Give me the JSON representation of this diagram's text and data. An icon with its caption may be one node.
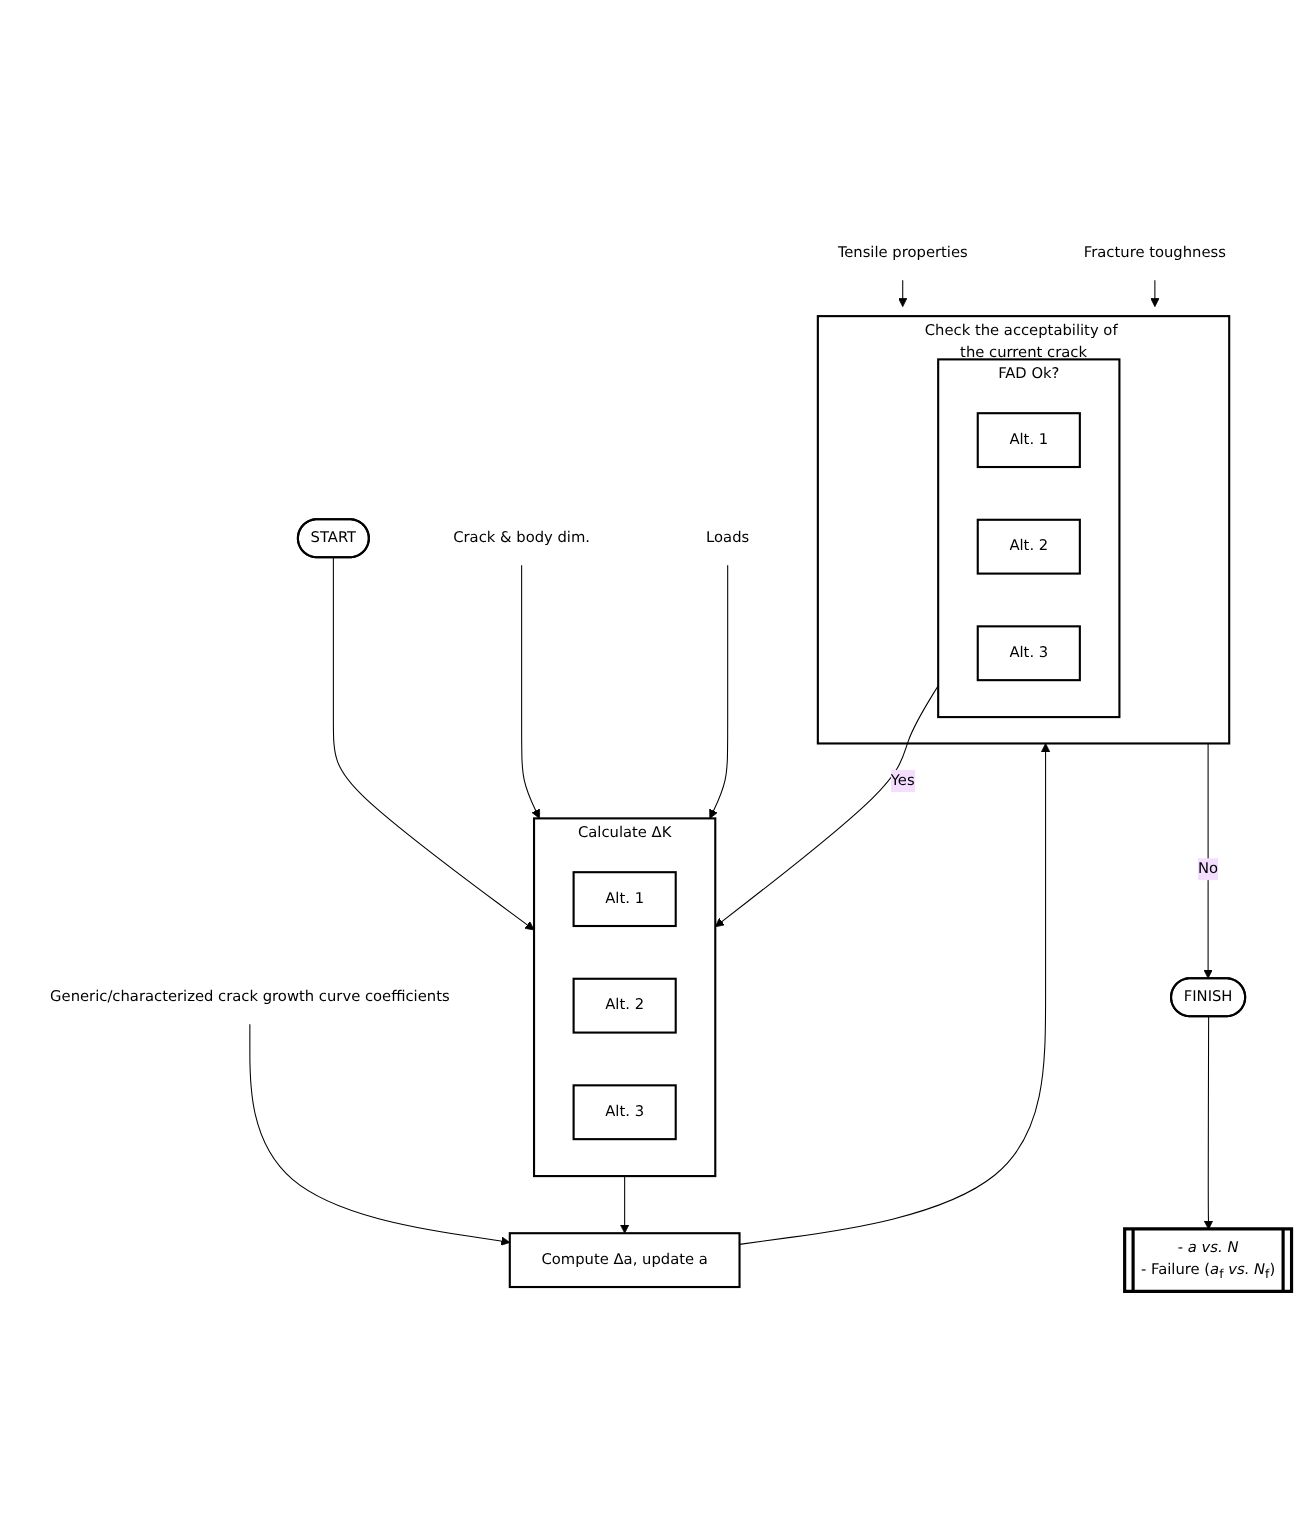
{
  "diagram": {
    "nodes": [
      {
        "text": [
          "START"
        ]
      },
      {
        "text": [
          "Calculate ΔK"
        ]
      },
      {
        "text": [
          "Alt. 1"
        ],
        "in": 1
      },
      {
        "text": [
          "Alt. 2"
        ],
        "in": 1
      },
      {
        "text": [
          "Alt. 3"
        ],
        "in": 1
      },
      {
        "text": [
          "Compute Δa, update a"
        ]
      },
      {
        "text": [
          "Check the acceptability of the current crack"
        ]
      },
      {
        "text": [
          "FAD Ok?"
        ],
        "in": 6
      },
      {
        "text": [
          "Alt. 1"
        ],
        "in": 7
      },
      {
        "text": [
          "Alt. 2"
        ],
        "in": 7
      },
      {
        "text": [
          "Alt. 3"
        ],
        "in": 7
      },
      {
        "text": [
          "FINISH"
        ]
      },
      {
        "text": [
          "- *a vs. N*",
          "- Failure (*a*$_{f}$ *vs. N*$_{f}$)"
        ]
      },
      {
        "text": [
          "Crack & body dim."
        ]
      },
      {
        "text": [
          "Loads"
        ]
      },
      {
        "text": [
          "Generic/characterized crack growth curve coefficients"
        ]
      },
      {
        "text": [
          "Tensile properties"
        ]
      },
      {
        "text": [
          "Fracture toughness"
        ]
      }
    ],
    "edges": [
      {
        "from": 0,
        "to": 1,
        "arrow": "to"
      },
      {
        "from": 13,
        "to": 1,
        "arrow": "to"
      },
      {
        "from": 14,
        "to": 1,
        "arrow": "to"
      },
      {
        "from": 1,
        "to": 5,
        "arrow": "to"
      },
      {
        "from": 15,
        "to": 5,
        "arrow": "to"
      },
      {
        "from": 5,
        "to": 6,
        "arrow": "to"
      },
      {
        "from": 16,
        "to": 6,
        "arrow": "to"
      },
      {
        "from": 17,
        "to": 6,
        "arrow": "to"
      },
      {
        "from": 7,
        "to": 1,
        "label": "Yes",
        "arrow": "to"
      },
      {
        "from": 6,
        "to": 11,
        "label": "No",
        "arrow": "to"
      },
      {
        "from": 11,
        "to": 12,
        "arrow": "to"
      }
    ]
  }
}
